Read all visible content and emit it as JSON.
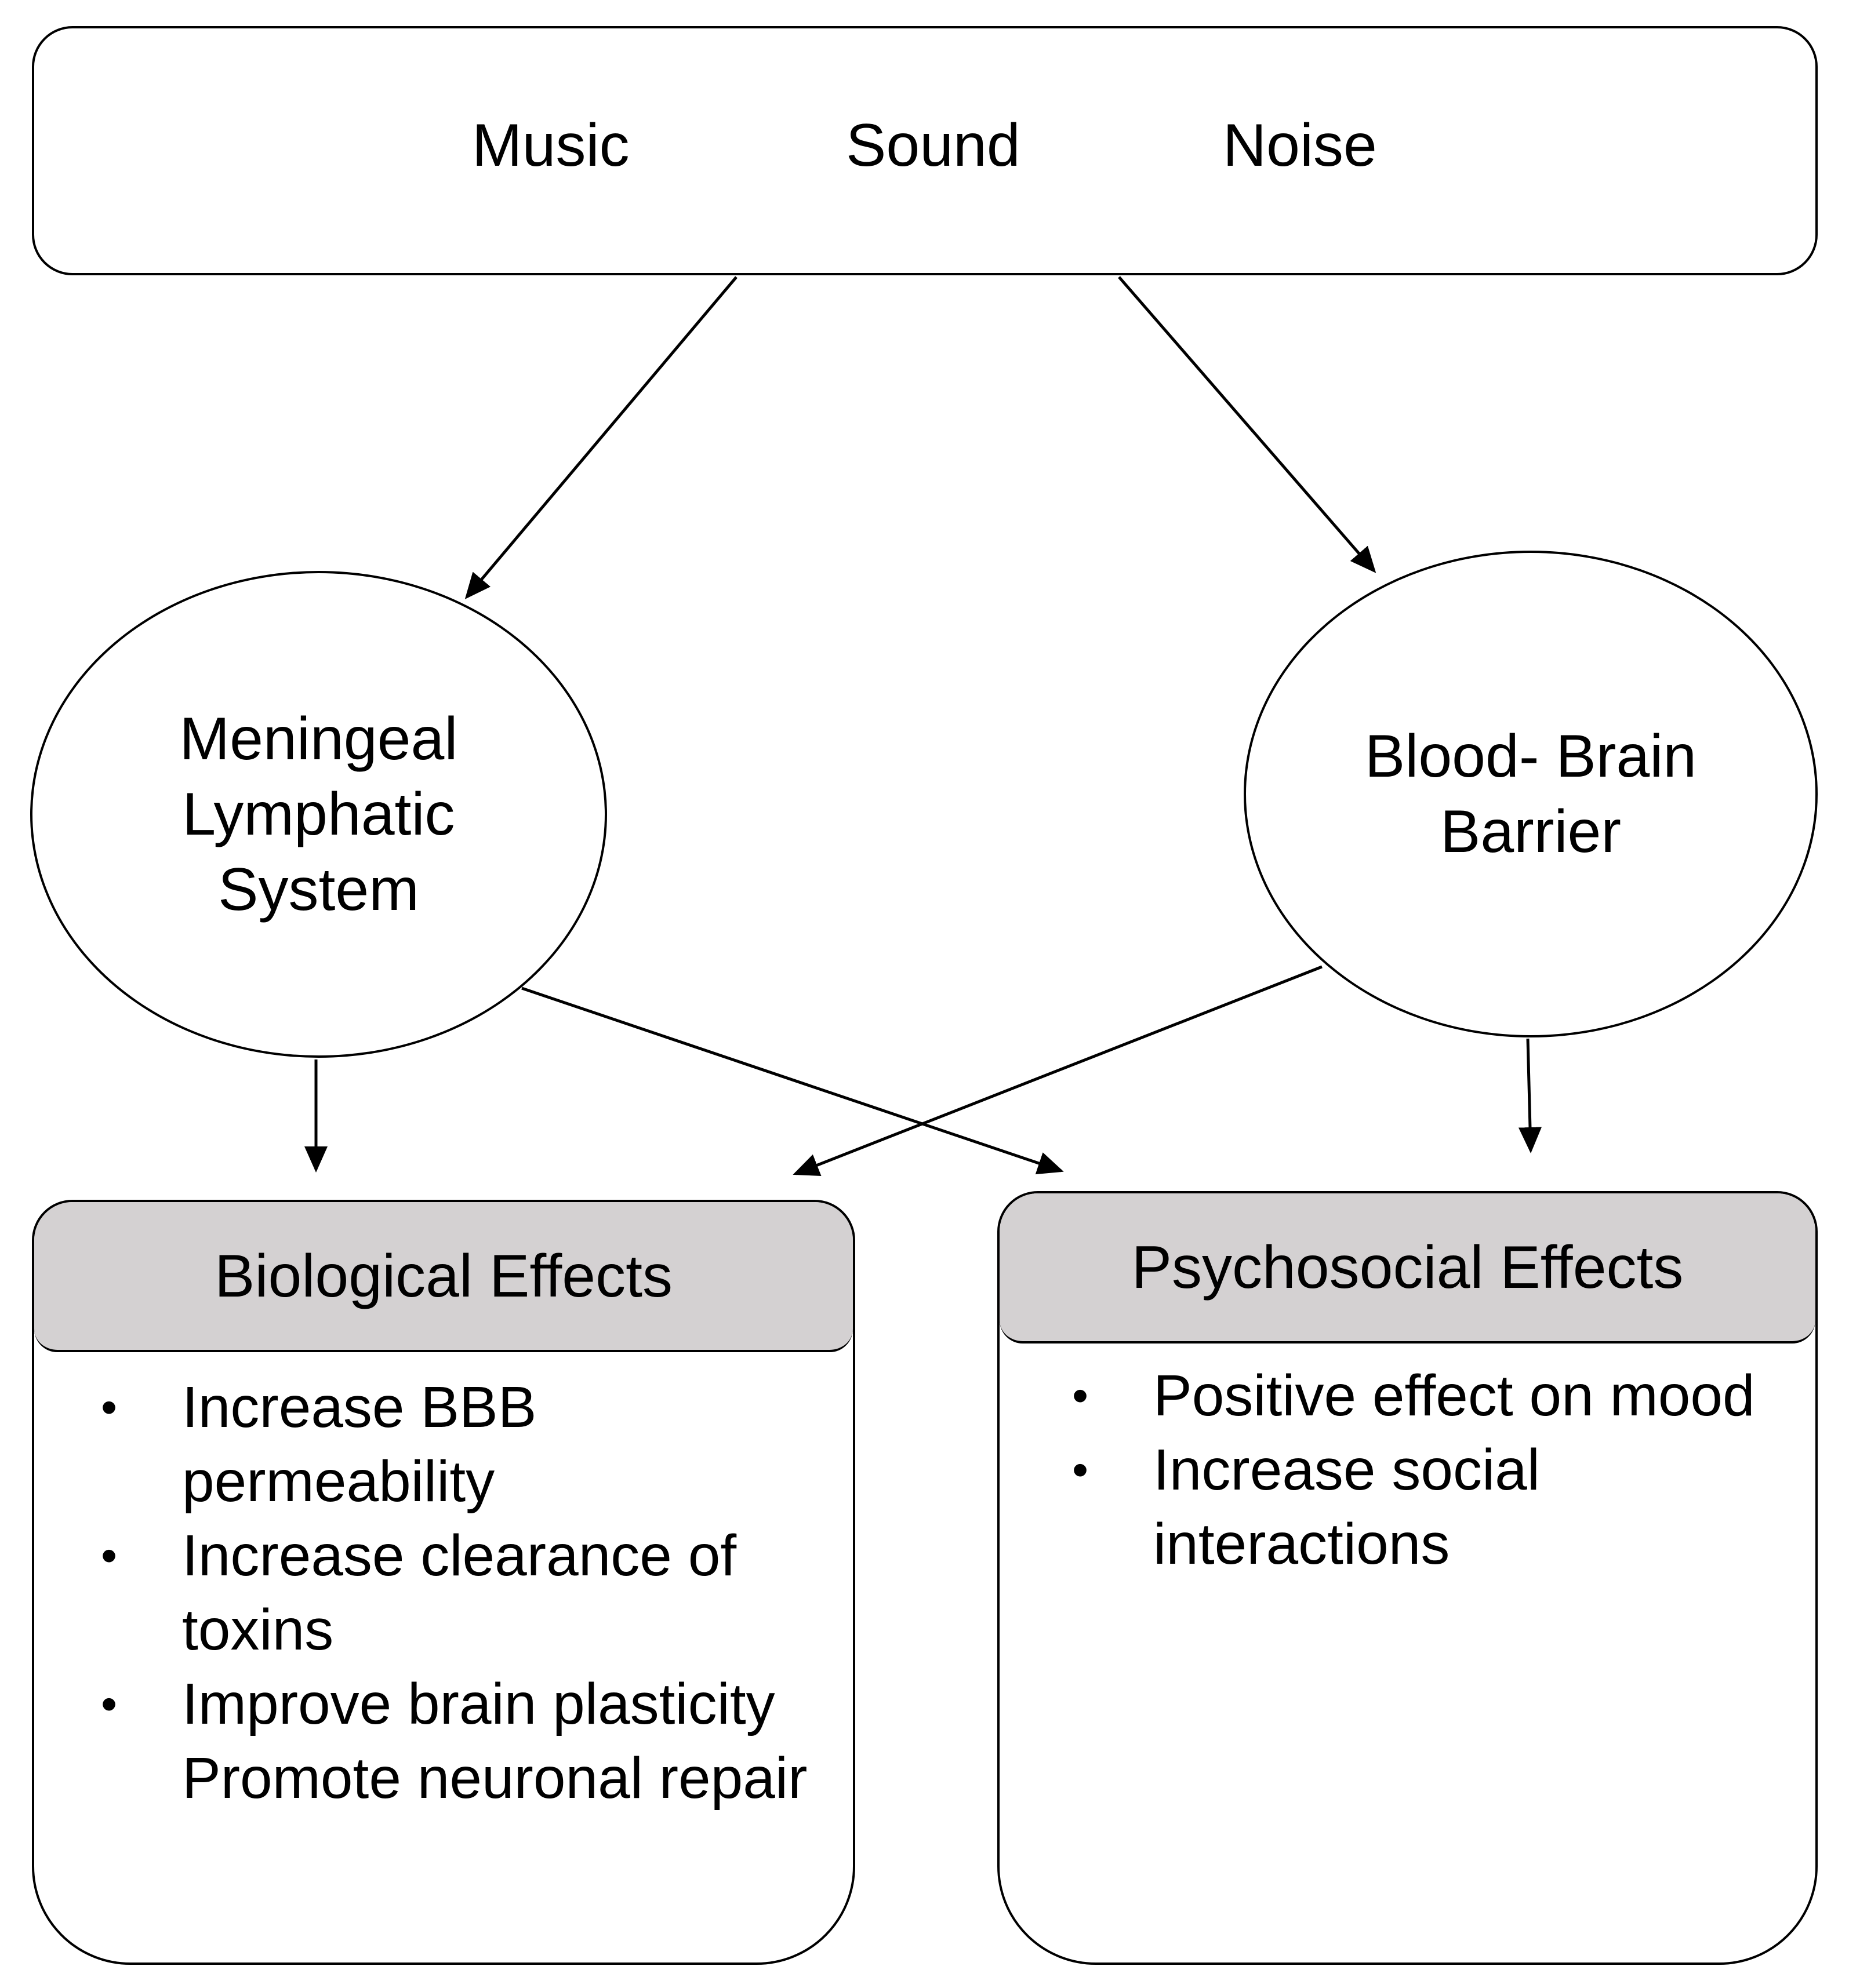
{
  "top": {
    "items": [
      "Music",
      "Sound",
      "Noise"
    ]
  },
  "nodes": {
    "meningeal": "Meningeal\nLymphatic\nSystem",
    "bbb": "Blood- Brain\nBarrier"
  },
  "biological": {
    "title": "Biological Effects",
    "items": [
      "Increase BBB permeability",
      "Increase clearance of toxins",
      "Improve brain plasticity Promote neuronal repair"
    ]
  },
  "psychosocial": {
    "title": "Psychosocial Effects",
    "items": [
      "Positive effect on mood",
      "Increase social interactions"
    ]
  },
  "colors": {
    "header_fill": "#d4d1d2",
    "stroke": "#000000",
    "background": "#ffffff"
  }
}
